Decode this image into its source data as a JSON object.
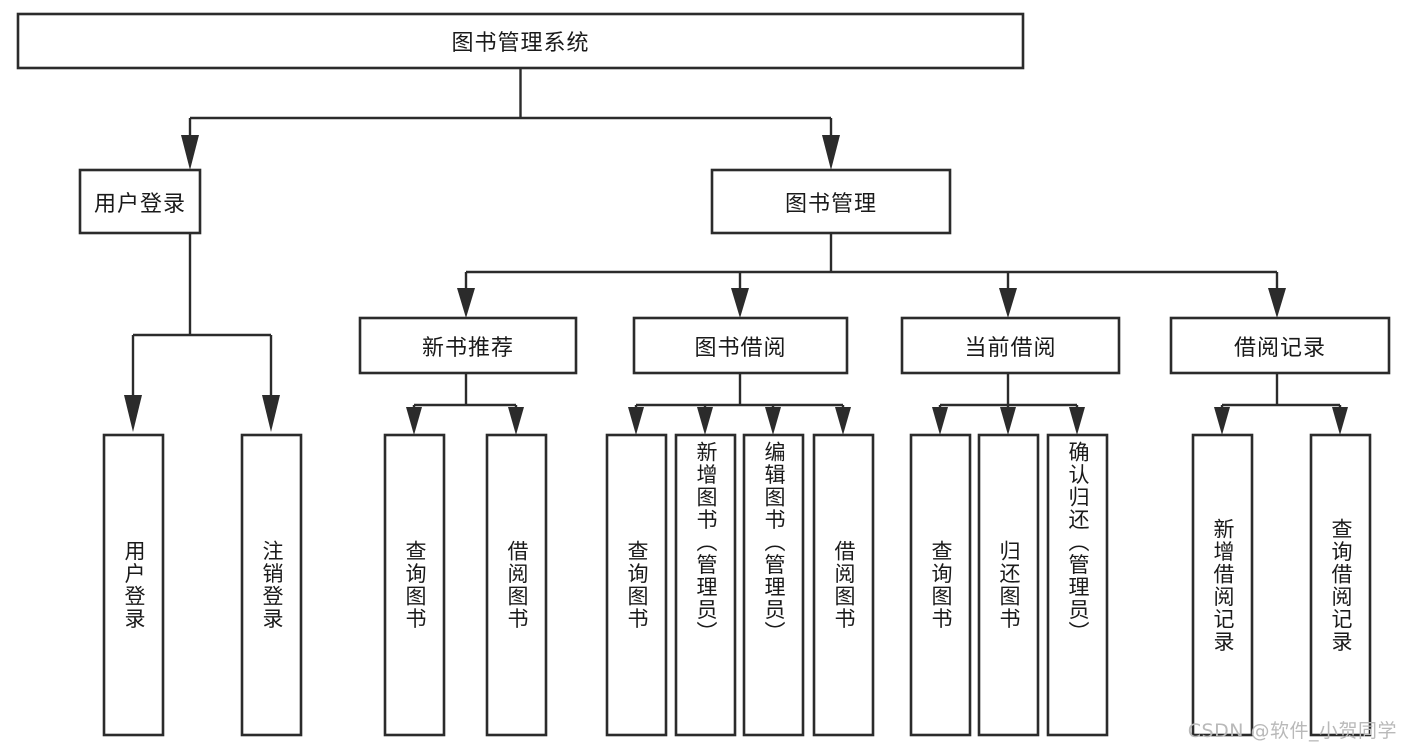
{
  "diagram": {
    "title": "图书管理系统",
    "watermark": "CSDN @软件_小贺同学",
    "colors": {
      "stroke": "#2b2b2b",
      "fill": "#ffffff",
      "text": "#1a1a1a",
      "watermark": "#b9b9b9",
      "background": "#ffffff"
    },
    "root": {
      "label": "图书管理系统",
      "orientation": "horizontal"
    },
    "level2": [
      {
        "label": "用户登录",
        "orientation": "horizontal"
      },
      {
        "label": "图书管理",
        "orientation": "horizontal"
      }
    ],
    "level3": [
      {
        "label": "新书推荐",
        "orientation": "horizontal"
      },
      {
        "label": "图书借阅",
        "orientation": "horizontal"
      },
      {
        "label": "当前借阅",
        "orientation": "horizontal"
      },
      {
        "label": "借阅记录",
        "orientation": "horizontal"
      }
    ],
    "leaves": [
      {
        "label": "用户登录",
        "parent": "用户登录",
        "orientation": "vertical"
      },
      {
        "label": "注销登录",
        "parent": "用户登录",
        "orientation": "vertical"
      },
      {
        "label": "查询图书",
        "parent": "新书推荐",
        "orientation": "vertical"
      },
      {
        "label": "借阅图书",
        "parent": "新书推荐",
        "orientation": "vertical"
      },
      {
        "label": "查询图书",
        "parent": "图书借阅",
        "orientation": "vertical"
      },
      {
        "label": "新增图书（管理员）",
        "parent": "图书借阅",
        "orientation": "vertical"
      },
      {
        "label": "编辑图书（管理员）",
        "parent": "图书借阅",
        "orientation": "vertical"
      },
      {
        "label": "借阅图书",
        "parent": "图书借阅",
        "orientation": "vertical"
      },
      {
        "label": "查询图书",
        "parent": "当前借阅",
        "orientation": "vertical"
      },
      {
        "label": "归还图书",
        "parent": "当前借阅",
        "orientation": "vertical"
      },
      {
        "label": "确认归还（管理员）",
        "parent": "当前借阅",
        "orientation": "vertical"
      },
      {
        "label": "新增借阅记录",
        "parent": "借阅记录",
        "orientation": "vertical"
      },
      {
        "label": "查询借阅记录",
        "parent": "借阅记录",
        "orientation": "vertical"
      }
    ]
  }
}
